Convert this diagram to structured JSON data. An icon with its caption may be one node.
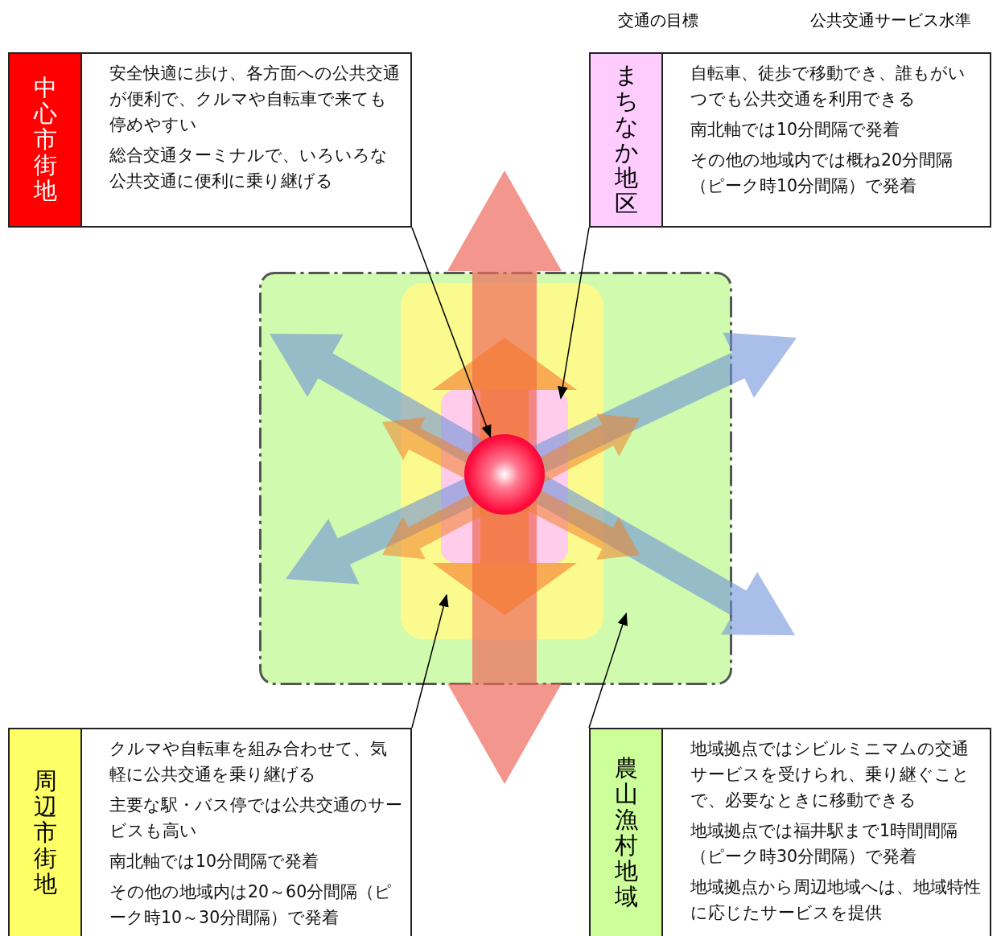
{
  "diagram": {
    "nodes": [
      {
        "text": [
          "中心市街地",
          "安全快適に歩け、各方面への公共交通が便利で、クルマや自転車で来ても停めやすい",
          "総合交通ターミナルで、いろいろな公共交通に便利に乗り継げる"
        ]
      },
      {
        "text": [
          "まちなか地区",
          "自転車、徒歩で移動でき、誰もがいつでも公共交通を利用できる",
          "南北軸では10分間隔で発着",
          "その他の地域内では概ね20分間隔（ピーク時10分間隔）で発着"
        ]
      },
      {
        "text": [
          "周辺市街地",
          "クルマや自転車を組み合わせて、気軽に公共交通を乗り継げる",
          "主要な駅・バス停では公共交通のサービスも高い",
          "南北軸では10分間隔で発着",
          "その他の地域内は20～60分間隔（ピーク時10～30分間隔）で発着"
        ]
      },
      {
        "text": [
          "農山漁村地域",
          "地域拠点ではシビルミニマムの交通サービスを受けられ、乗り継ぐことで、必要なときに移動できる",
          "地域拠点では福井駅まで1時間間隔（ピーク時30分間隔）で発着",
          "地域拠点から周辺地域へは、地域特性に応じたサービスを提供"
        ]
      },
      {
        "text": [],
        "shape": "box"
      },
      {
        "text": [],
        "shape": "box",
        "in": 4
      },
      {
        "text": [],
        "shape": "box",
        "in": 5
      },
      {
        "text": [],
        "shape": "circle",
        "in": 6
      }
    ],
    "edges": [
      {
        "from": 0,
        "to": 7,
        "arrow": "to"
      },
      {
        "from": 1,
        "to": 6,
        "arrow": "to"
      },
      {
        "from": 2,
        "to": 5,
        "arrow": "to"
      },
      {
        "from": 3,
        "to": 4,
        "arrow": "to"
      }
    ],
    "labels": [
      "交通の目標",
      "公共交通サービス水準"
    ]
  }
}
